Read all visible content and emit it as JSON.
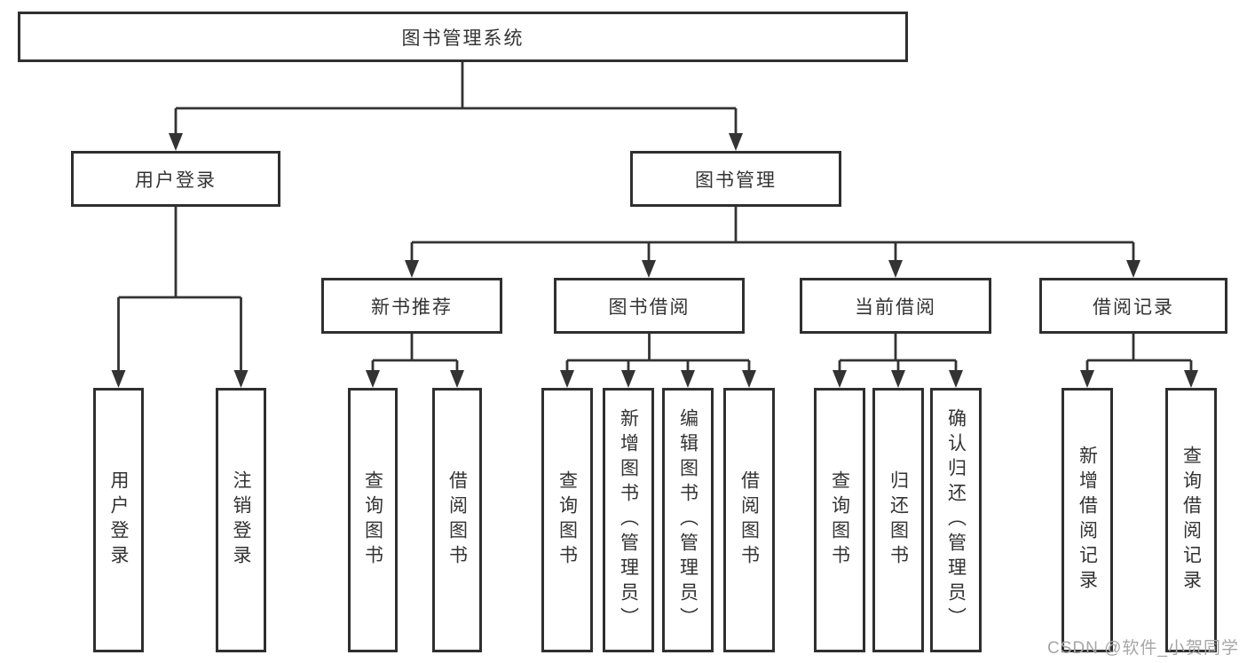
{
  "tree": {
    "root": {
      "label": "图书管理系统"
    },
    "branches": [
      {
        "label": "用户登录",
        "children": [
          {
            "label": "用户登录"
          },
          {
            "label": "注销登录"
          }
        ]
      },
      {
        "label": "图书管理",
        "sections": [
          {
            "label": "新书推荐",
            "children": [
              {
                "label": "查询图书"
              },
              {
                "label": "借阅图书"
              }
            ]
          },
          {
            "label": "图书借阅",
            "children": [
              {
                "label": "查询图书"
              },
              {
                "label": "新增图书（管理员）"
              },
              {
                "label": "编辑图书（管理员）"
              },
              {
                "label": "借阅图书"
              }
            ]
          },
          {
            "label": "当前借阅",
            "children": [
              {
                "label": "查询图书"
              },
              {
                "label": "归还图书"
              },
              {
                "label": "确认归还（管理员）"
              }
            ]
          },
          {
            "label": "借阅记录",
            "children": [
              {
                "label": "新增借阅记录"
              },
              {
                "label": "查询借阅记录"
              }
            ]
          }
        ]
      }
    ]
  },
  "watermark": {
    "text": "CSDN @软件_小贺同学"
  },
  "colors": {
    "line": "#333333",
    "box_border": "#2f2f2f",
    "box_fill": "#ffffff",
    "text": "#333333",
    "watermark": "#a6a6a6"
  }
}
